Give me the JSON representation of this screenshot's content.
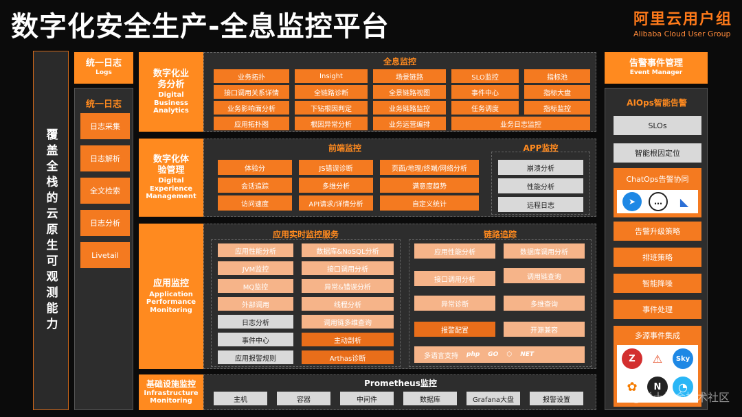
{
  "title": "数字化安全生产-全息监控平台",
  "brand": {
    "cn": "阿里云用户组",
    "en": "Alibaba Cloud User Group"
  },
  "left_vertical": "覆盖全栈的云原生可观测能力",
  "logs": {
    "header_cn": "统一日志",
    "header_en": "Logs",
    "subtitle": "统一日志",
    "items": [
      "日志采集",
      "日志解析",
      "全文检索",
      "日志分析",
      "Livetail"
    ]
  },
  "business": {
    "header": {
      "cn": "数字化业务分析",
      "en": "Digital Business Analytics"
    },
    "title": "全息监控",
    "items": [
      "业务拓扑",
      "Insight",
      "场景链路",
      "SLO监控",
      "指标池",
      "接口调用关系详情",
      "全链路诊断",
      "全景链路视图",
      "事件中心",
      "指标大盘",
      "业务影响面分析",
      "下钻根因判定",
      "业务链路监控",
      "任务调度",
      "指标监控",
      "应用拓扑图",
      "根因异常分析",
      "业务运营编排",
      "业务日志监控"
    ]
  },
  "experience": {
    "header": {
      "cn": "数字化体验管理",
      "en": "Digital Experience Management"
    },
    "front_title": "前端监控",
    "front_items": [
      "体验分",
      "JS错误诊断",
      "页面/地理/终端/网络分析",
      "会话追踪",
      "多维分析",
      "满意度趋势",
      "访问速度",
      "API请求/详情分析",
      "自定义统计"
    ],
    "app_title": "APP监控",
    "app_items": [
      "崩溃分析",
      "性能分析",
      "远程日志"
    ]
  },
  "apm": {
    "header": {
      "cn": "应用监控",
      "en": "Application Performance Monitoring"
    },
    "rt_title": "应用实时监控服务",
    "rt_left": [
      "应用性能分析",
      "JVM监控",
      "MQ监控",
      "外部调用",
      "日志分析",
      "事件中心",
      "应用报警规则"
    ],
    "rt_right": [
      "数据库&NoSQL分析",
      "接口调用分析",
      "异常&错误分析",
      "线程分析",
      "调用链多维查询",
      "主动剖析",
      "Arthas诊断"
    ],
    "trace_title": "链路追踪",
    "trace_left": [
      "应用性能分析",
      "接口调用分析",
      "异常诊断",
      "报警配置"
    ],
    "trace_right": [
      "数据库调用分析",
      "调用链查询",
      "多维查询",
      "开源兼容"
    ],
    "multilang": "多语言支持",
    "lang_logos": [
      "php",
      "GO",
      "⬡",
      "NET"
    ]
  },
  "infra": {
    "header": {
      "cn": "基础设施监控",
      "en": "Infrastructure Monitoring"
    },
    "title": "Prometheus监控",
    "items": [
      "主机",
      "容器",
      "中间件",
      "数据库",
      "Grafana大盘",
      "报警设置"
    ]
  },
  "event": {
    "header_cn": "告警事件管理",
    "header_en": "Event Manager",
    "aiops": "AIOps智能告警",
    "slos": "SLOs",
    "root": "智能根因定位",
    "chatops": "ChatOps告警协同",
    "items": [
      "告警升级策略",
      "排班策略",
      "智能降噪",
      "事件处理"
    ],
    "multi": "多源事件集成",
    "logos": [
      "Z",
      "⚠",
      "Sky",
      "✿",
      "N",
      "◔"
    ]
  },
  "watermark": "@稀土掘金技术社区",
  "colors": {
    "accent": "#ff8a1f",
    "bg": "#0b0b0b",
    "panel": "#2d2d2d"
  }
}
